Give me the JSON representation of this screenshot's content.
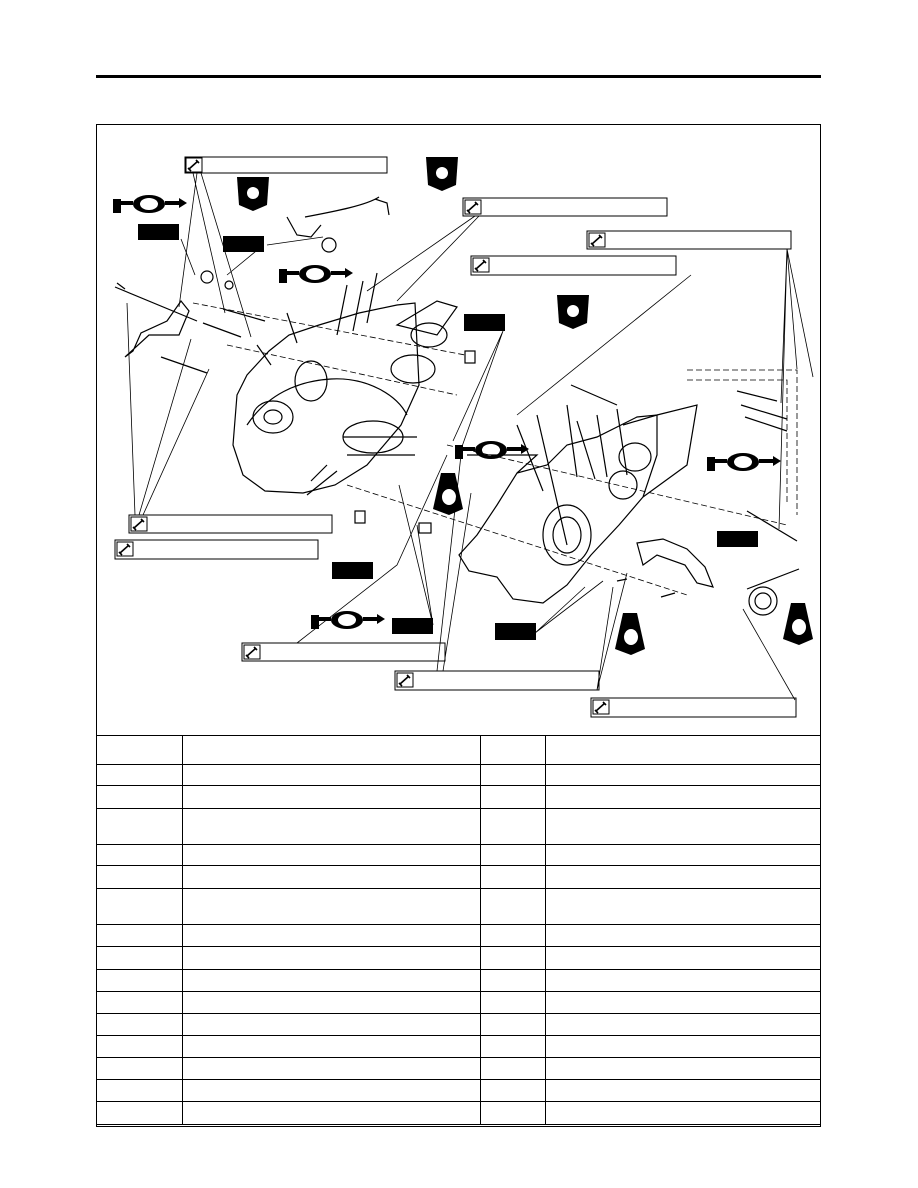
{
  "diagram": {
    "torque_callouts": [
      {
        "id": "tq1",
        "text": ""
      },
      {
        "id": "tq2",
        "text": ""
      },
      {
        "id": "tq3",
        "text": ""
      },
      {
        "id": "tq4",
        "text": ""
      },
      {
        "id": "tq5",
        "text": ""
      },
      {
        "id": "tq6",
        "text": ""
      },
      {
        "id": "tq7",
        "text": ""
      },
      {
        "id": "tq8",
        "text": ""
      },
      {
        "id": "tq9",
        "text": ""
      }
    ],
    "new_labels": [
      {
        "id": "nb1",
        "text": ""
      },
      {
        "id": "nb2",
        "text": ""
      },
      {
        "id": "nb3",
        "text": ""
      },
      {
        "id": "nb4",
        "text": ""
      },
      {
        "id": "nb5",
        "text": ""
      },
      {
        "id": "nb6",
        "text": ""
      },
      {
        "id": "nb7",
        "text": ""
      }
    ],
    "icons": [
      "wrench-icon",
      "lt-sealant-icon",
      "oil-apply-icon"
    ]
  },
  "table": {
    "rows": [
      [
        "",
        "",
        "",
        ""
      ],
      [
        "",
        "",
        "",
        ""
      ],
      [
        "",
        "",
        "",
        ""
      ],
      [
        "",
        "",
        "",
        ""
      ],
      [
        "",
        "",
        "",
        ""
      ],
      [
        "",
        "",
        "",
        ""
      ],
      [
        "",
        "",
        "",
        ""
      ],
      [
        "",
        "",
        "",
        ""
      ],
      [
        "",
        "",
        "",
        ""
      ],
      [
        "",
        "",
        "",
        ""
      ],
      [
        "",
        "",
        "",
        ""
      ],
      [
        "",
        "",
        "",
        ""
      ],
      [
        "",
        "",
        "",
        ""
      ],
      [
        "",
        "",
        "",
        ""
      ],
      [
        "",
        "",
        "",
        ""
      ],
      [
        "",
        "",
        "",
        ""
      ]
    ]
  }
}
